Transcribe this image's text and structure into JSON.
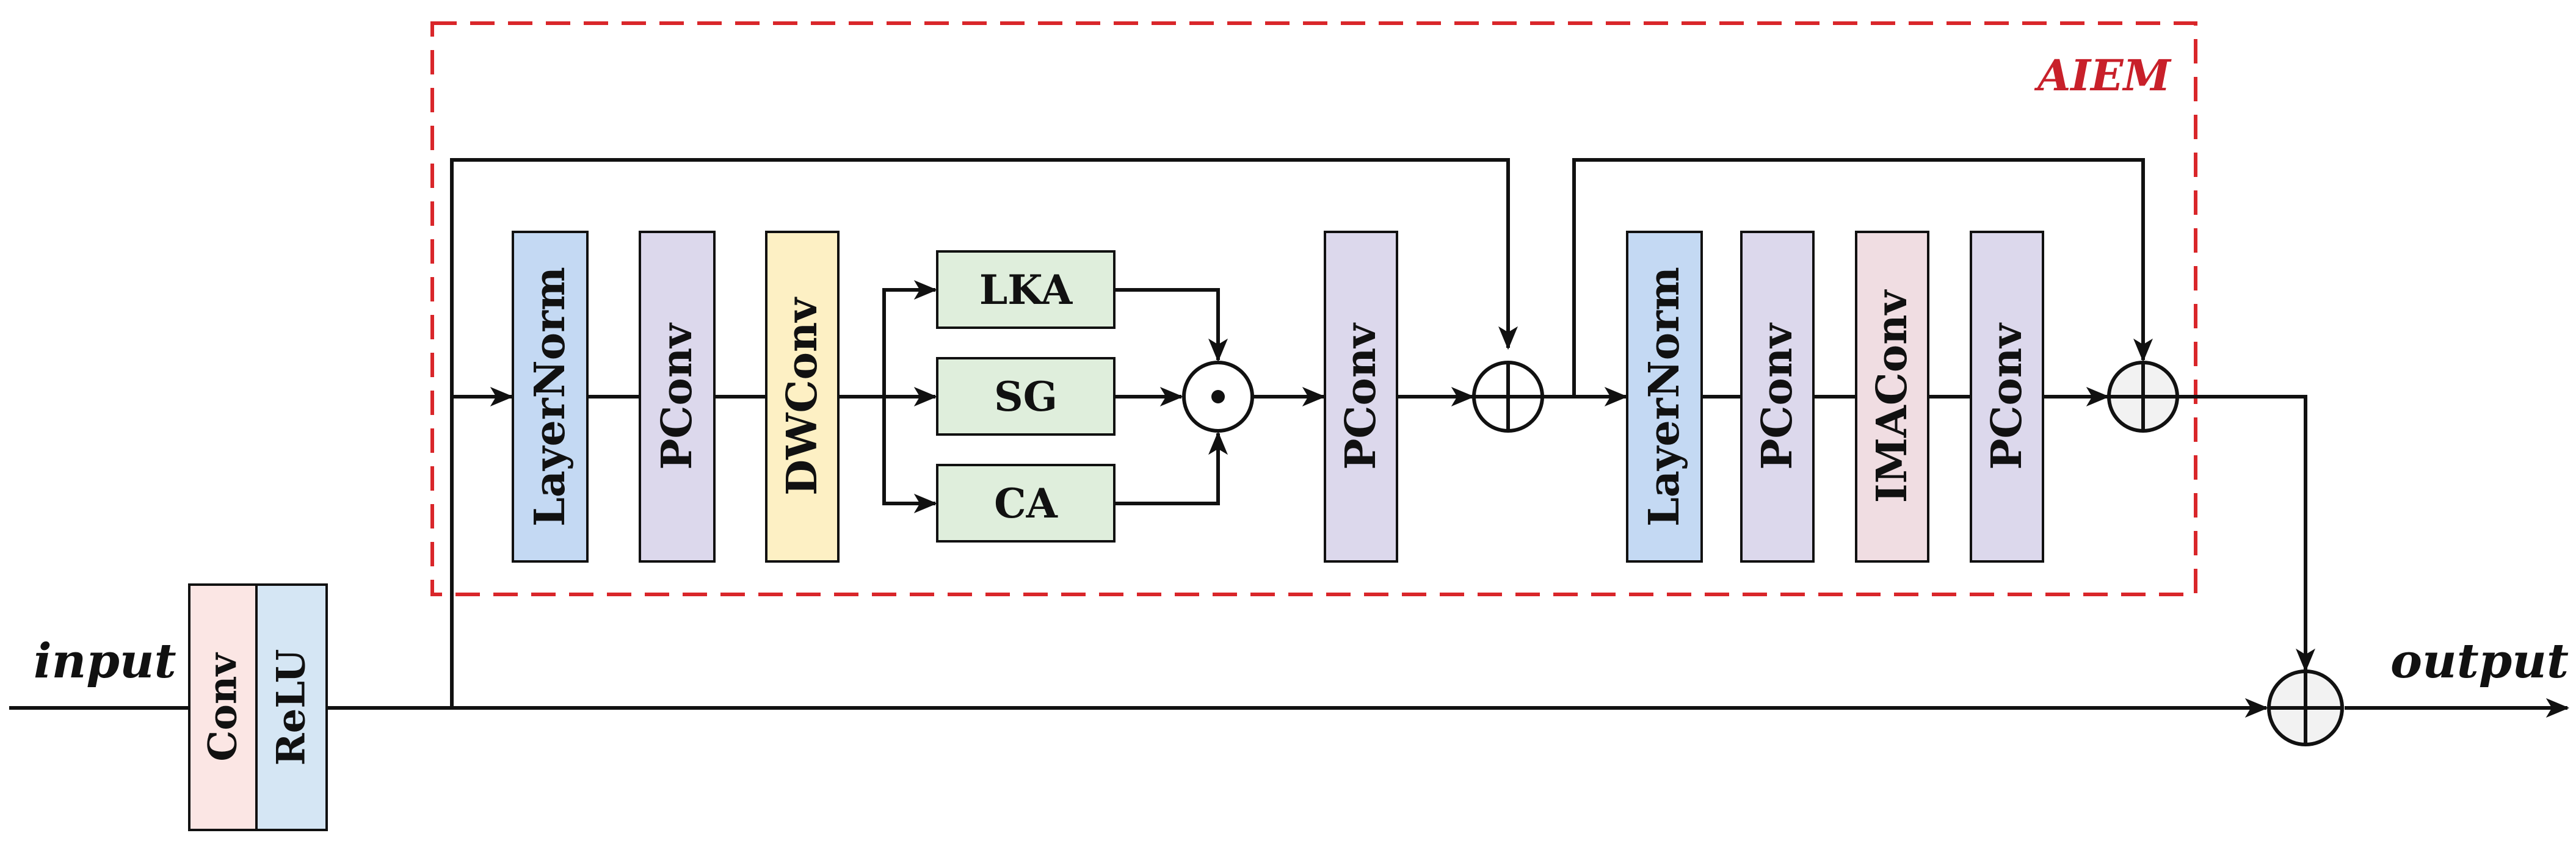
{
  "labels": {
    "input": "input",
    "output": "output",
    "module": "AIEM"
  },
  "blocks": {
    "conv": "Conv",
    "relu": "ReLU",
    "layernorm1": "LayerNorm",
    "pconv1": "PConv",
    "dwconv": "DWConv",
    "lka": "LKA",
    "sg": "SG",
    "ca": "CA",
    "pconv2": "PConv",
    "layernorm2": "LayerNorm",
    "pconv3": "PConv",
    "imaconv": "IMAConv",
    "pconv4": "PConv"
  },
  "colors": {
    "conv": "#fbe6e4",
    "relu": "#d5e6f4",
    "layernorm": "#c4d9f3",
    "pconv": "#dcd8ec",
    "dwconv": "#fdf0c4",
    "attention": "#dfeedc",
    "imaconv": "#f0dde2",
    "module_border": "#d9262a",
    "module_label": "#c8202a",
    "line": "#111111",
    "node_fill": "#f2f2f2"
  },
  "operators": {
    "multiply": "dot-multiply-icon",
    "add": "plus-circle-icon"
  }
}
